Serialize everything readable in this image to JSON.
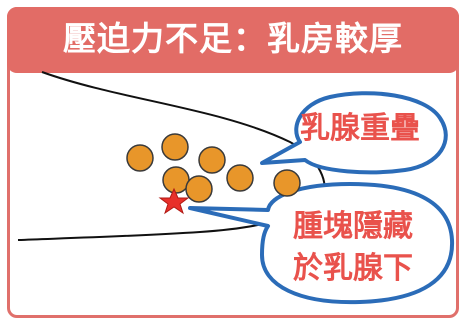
{
  "title": "壓迫力不足：乳房較厚",
  "labels": {
    "overlap": "乳腺重疊",
    "hidden_line1": "腫塊隱藏",
    "hidden_line2": "於乳腺下"
  },
  "colors": {
    "title_bg": "#e26c66",
    "border": "#e0706b",
    "gland": "#e8962a",
    "bubble_border": "#2b6cb8",
    "bubble_text": "#e9524c",
    "star": "#e8302a"
  },
  "icons": {
    "tumor": "star-icon"
  }
}
